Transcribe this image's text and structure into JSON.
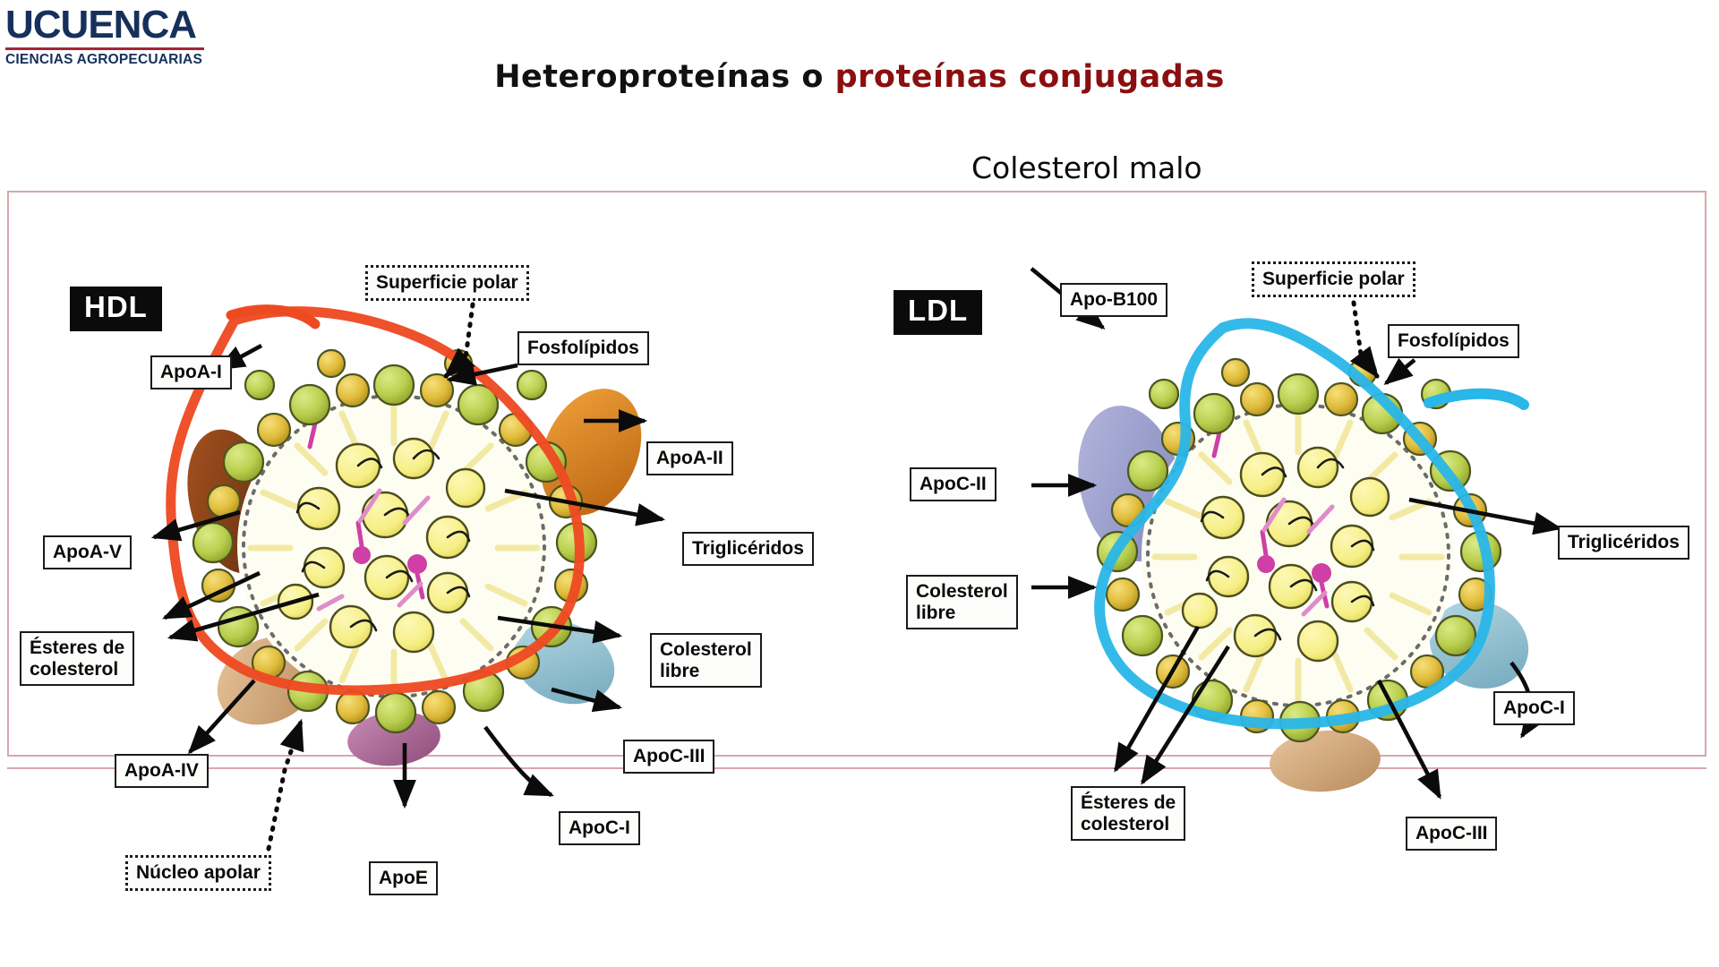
{
  "logo": {
    "word": "UCUENCA",
    "subtitle": "CIENCIAS AGROPECUARIAS",
    "navy": "#16305c",
    "red": "#a32638"
  },
  "title": {
    "part1": "Heteroproteínas o ",
    "part2": "proteínas conjugadas",
    "accent_color": "#8b0f10"
  },
  "subtitle": "Colesterol malo",
  "figure": {
    "border_color": "#d9a7ad",
    "hdl": {
      "tag": "HDL",
      "band_color": "#ee4a22",
      "labels": [
        {
          "id": "superficie-polar",
          "text": "Superficie polar",
          "style": "dotted"
        },
        {
          "id": "fosfolipidos",
          "text": "Fosfolípidos",
          "style": "solid"
        },
        {
          "id": "apoa-i",
          "text": "ApoA-I",
          "style": "solid"
        },
        {
          "id": "apoa-ii",
          "text": "ApoA-II",
          "style": "solid"
        },
        {
          "id": "trigliceridos",
          "text": "Triglicéridos",
          "style": "solid"
        },
        {
          "id": "apoa-v",
          "text": "ApoA-V",
          "style": "solid"
        },
        {
          "id": "esteres-de-colesterol",
          "text": "Ésteres de\ncolesterol",
          "style": "solid"
        },
        {
          "id": "colesterol-libre",
          "text": "Colesterol\nlibre",
          "style": "solid"
        },
        {
          "id": "apoc-iii",
          "text": "ApoC-III",
          "style": "solid"
        },
        {
          "id": "apoa-iv",
          "text": "ApoA-IV",
          "style": "solid"
        },
        {
          "id": "apoc-i",
          "text": "ApoC-I",
          "style": "solid"
        },
        {
          "id": "nucleo-apolar",
          "text": "Núcleo apolar",
          "style": "dotted"
        },
        {
          "id": "apoe",
          "text": "ApoE",
          "style": "solid"
        }
      ]
    },
    "ldl": {
      "tag": "LDL",
      "band_color": "#29b6e8",
      "labels": [
        {
          "id": "apo-b100",
          "text": "Apo-B100",
          "style": "solid"
        },
        {
          "id": "superficie-polar",
          "text": "Superficie polar",
          "style": "dotted"
        },
        {
          "id": "fosfolipidos",
          "text": "Fosfolípidos",
          "style": "solid"
        },
        {
          "id": "apoc-ii",
          "text": "ApoC-II",
          "style": "solid"
        },
        {
          "id": "trigliceridos",
          "text": "Triglicéridos",
          "style": "solid"
        },
        {
          "id": "colesterol-libre",
          "text": "Colesterol\nlibre",
          "style": "solid"
        },
        {
          "id": "apoc-i",
          "text": "ApoC-I",
          "style": "solid"
        },
        {
          "id": "esteres-de-colesterol",
          "text": "Ésteres de\ncolesterol",
          "style": "solid"
        },
        {
          "id": "apoc-iii",
          "text": "ApoC-III",
          "style": "solid"
        }
      ]
    }
  }
}
